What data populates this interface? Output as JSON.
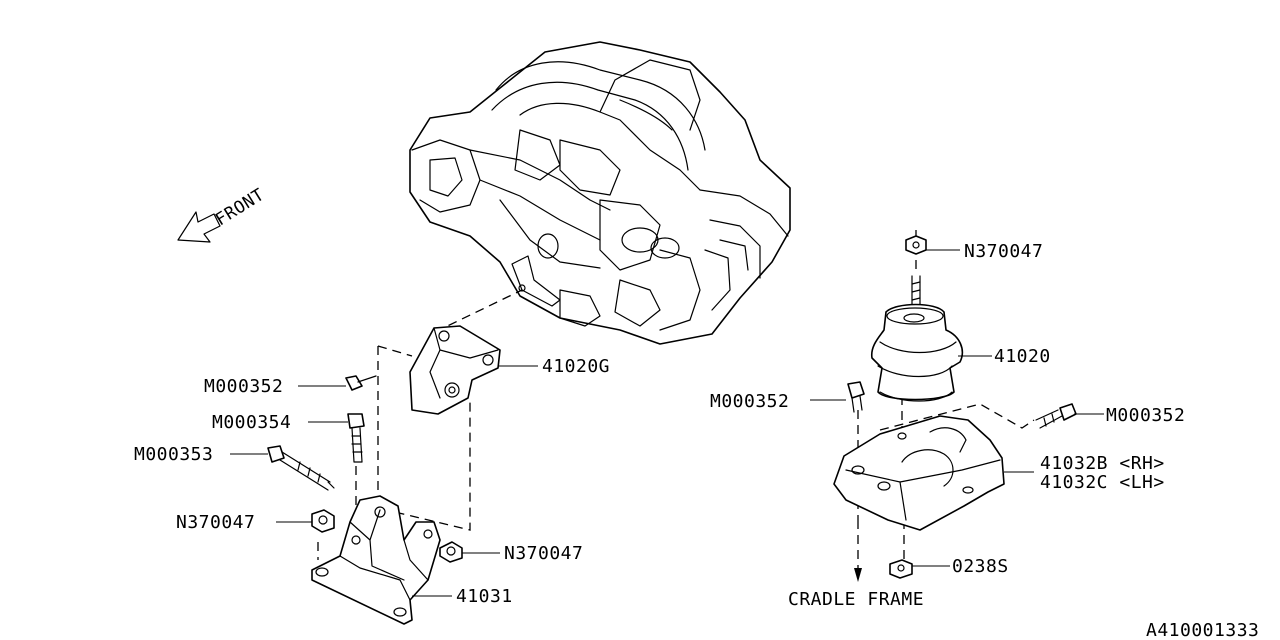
{
  "diagram": {
    "direction_label": "FRONT",
    "drawing_number": "A410001333",
    "bottom_note": "CRADLE FRAME",
    "callouts": {
      "nut_top_right": "N370047",
      "mount_right": "41020",
      "bolt_right_a": "M000352",
      "bolt_right_b": "M000352",
      "bracket_rh": "41032B <RH>",
      "bracket_lh": "41032C <LH>",
      "nut_bottom_right": "0238S",
      "mount_left": "41020G",
      "bolt_left_a": "M000352",
      "bolt_left_b": "M000354",
      "bolt_left_c": "M000353",
      "nut_left_a": "N370047",
      "nut_left_b": "N370047",
      "bracket_left": "41031"
    }
  }
}
